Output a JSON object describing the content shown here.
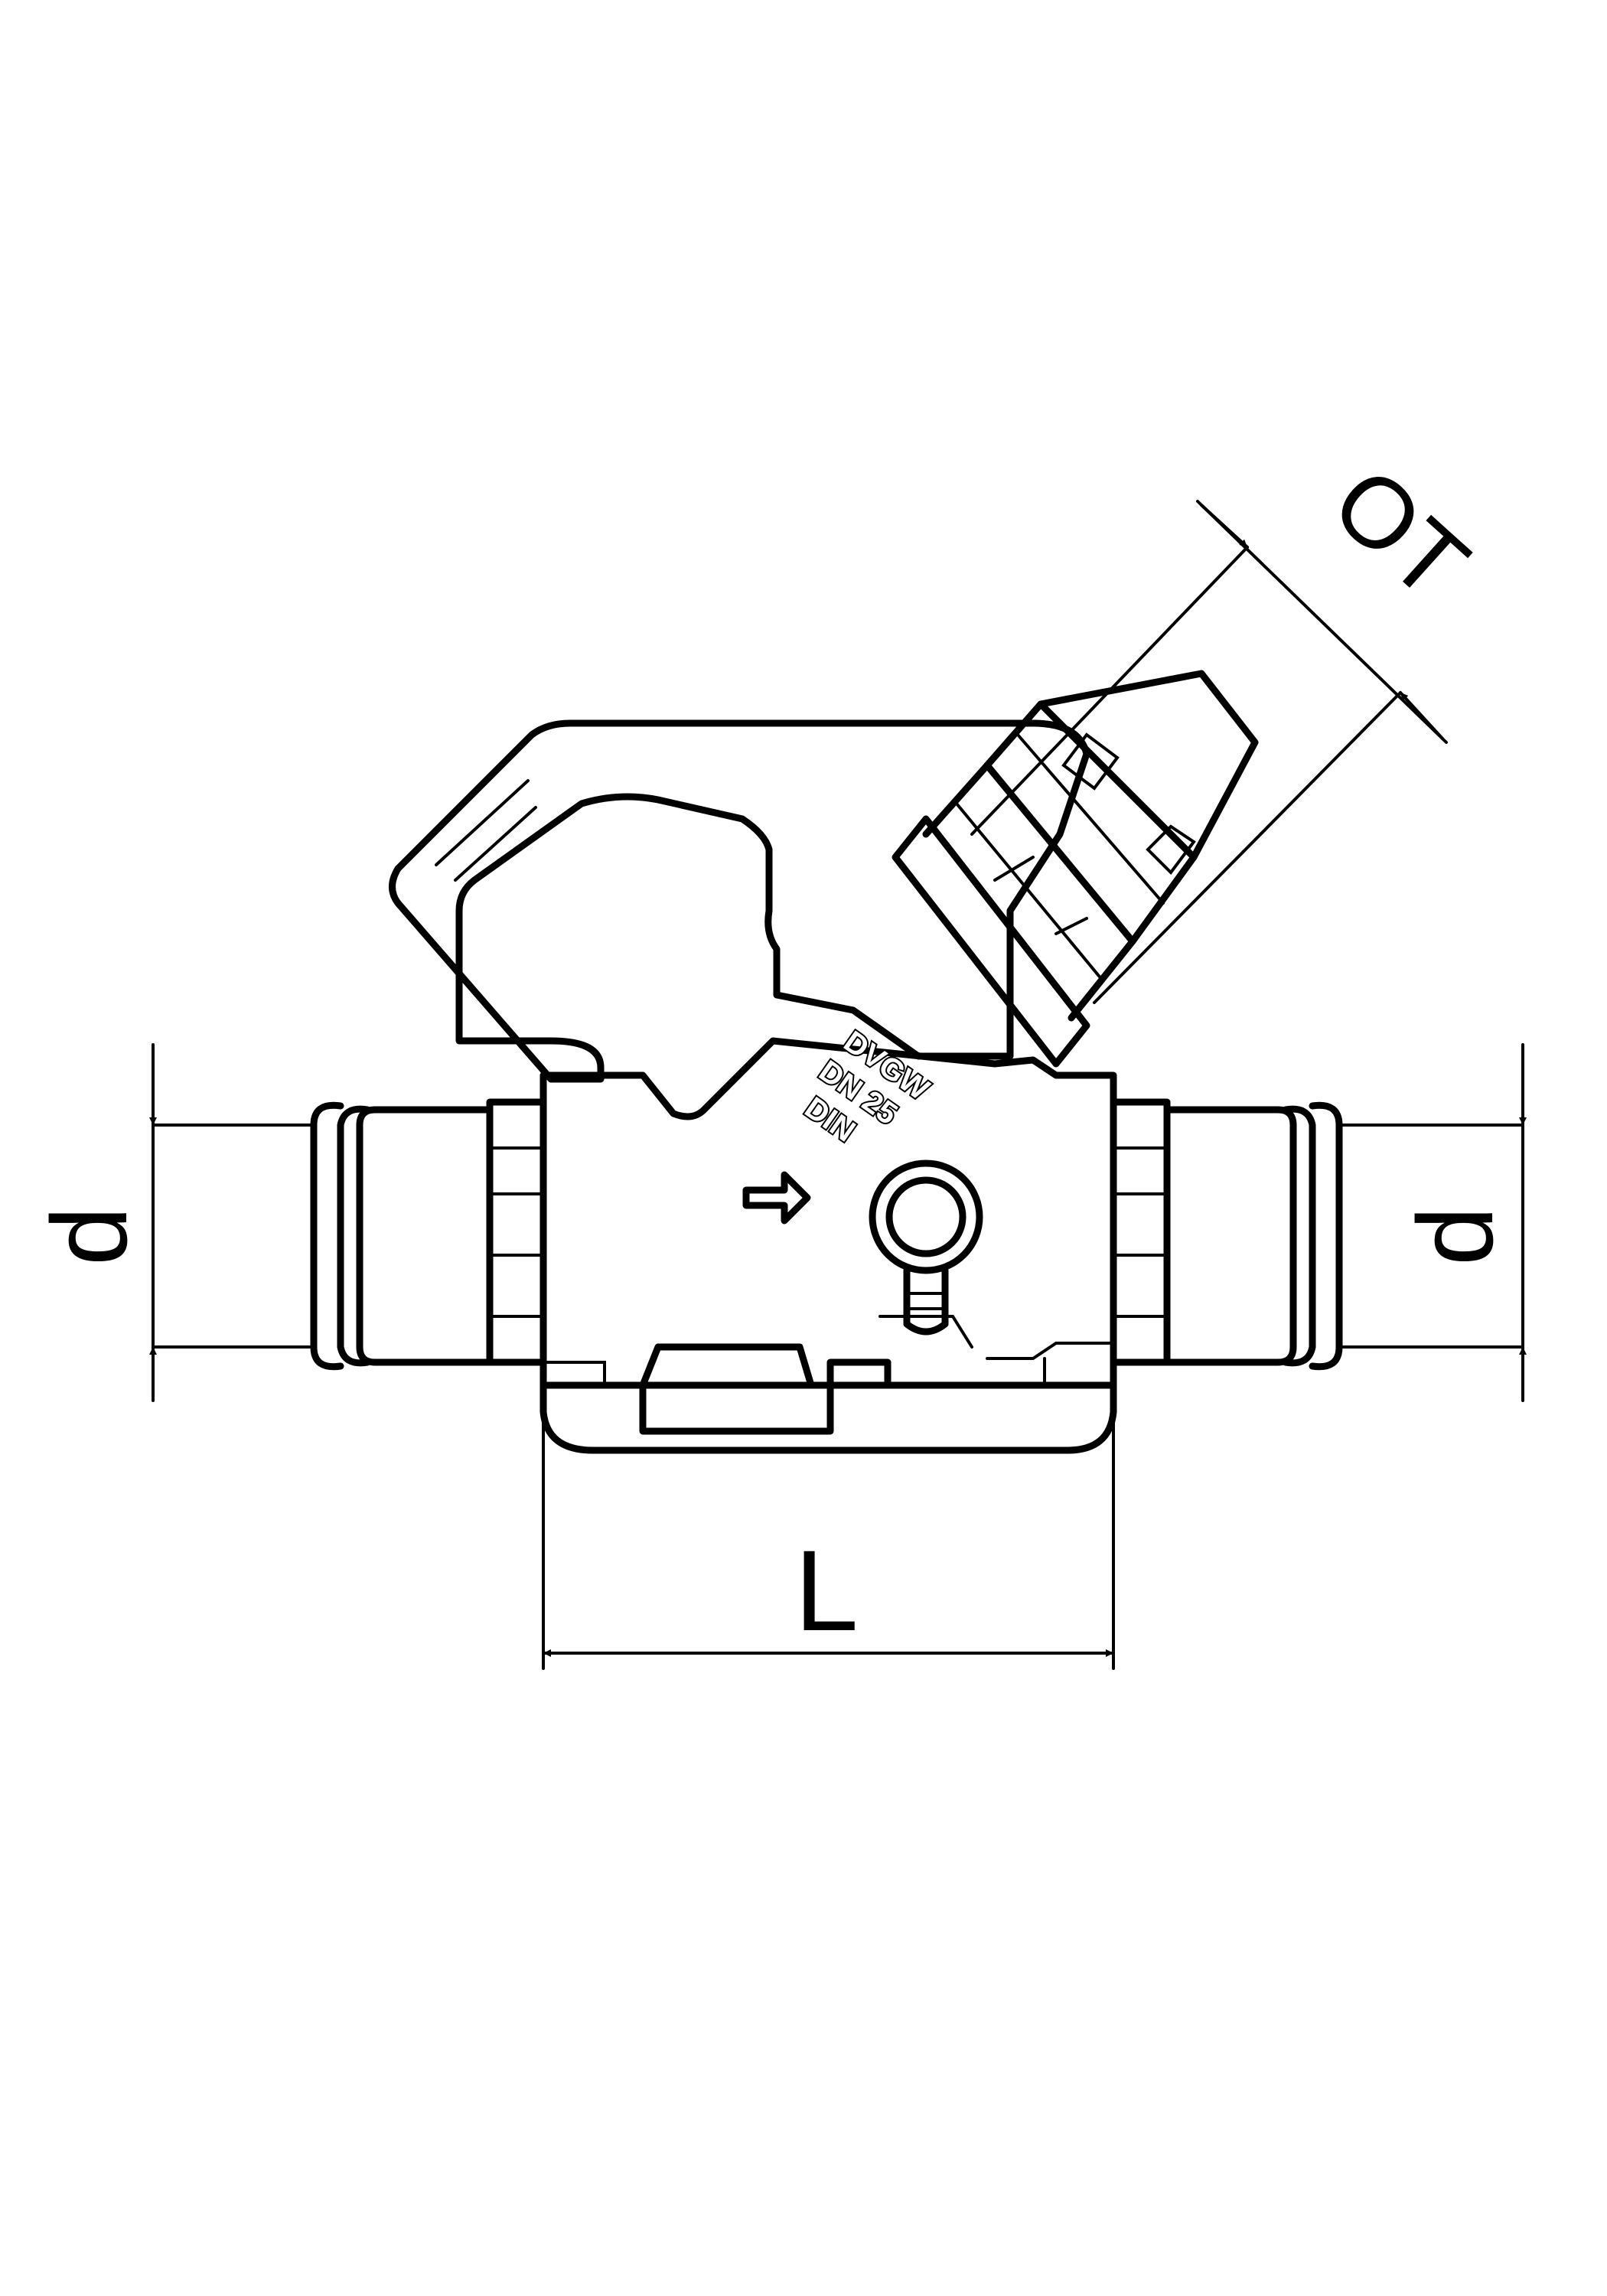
{
  "dimensions": {
    "left_d": "d",
    "right_d": "d",
    "length": "L",
    "handle_width": "OT"
  },
  "body_marking": {
    "line1": "DVGW",
    "line2": "DN 25",
    "line3": "DIN"
  }
}
